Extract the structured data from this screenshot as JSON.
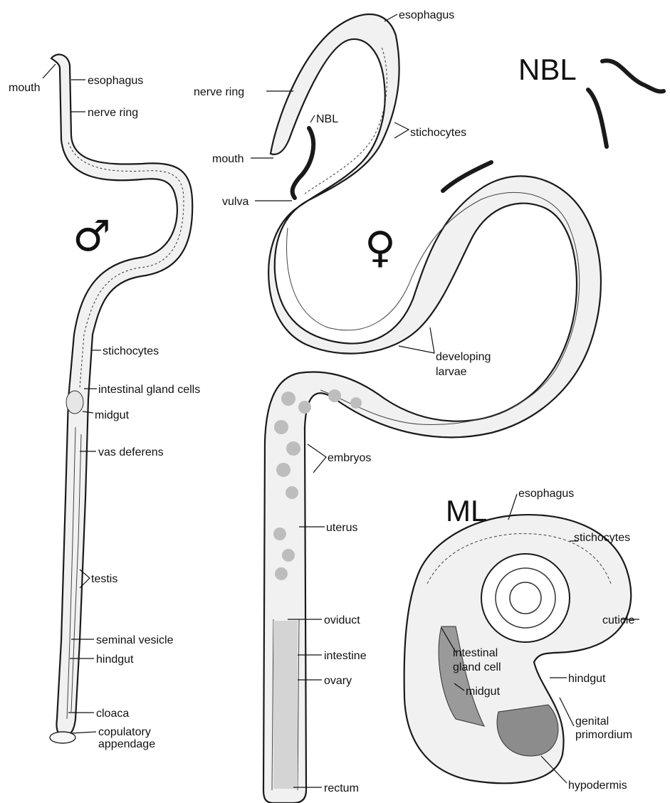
{
  "panels": {
    "male": {
      "symbol": "♂",
      "labels": {
        "mouth": "mouth",
        "esophagus": "esophagus",
        "nerve_ring": "nerve ring",
        "stichocytes": "stichocytes",
        "intestinal_gland_cells": "intestinal gland cells",
        "midgut": "midgut",
        "vas_deferens": "vas deferens",
        "testis": "testis",
        "seminal_vesicle": "seminal vesicle",
        "hindgut": "hindgut",
        "cloaca": "cloaca",
        "copulatory_appendage_1": "copulatory",
        "copulatory_appendage_2": "appendage"
      }
    },
    "female": {
      "symbol": "♀",
      "labels": {
        "esophagus": "esophagus",
        "nerve_ring": "nerve ring",
        "nbl": "NBL",
        "stichocytes": "stichocytes",
        "mouth": "mouth",
        "vulva": "vulva",
        "developing_larvae_1": "developing",
        "developing_larvae_2": "larvae",
        "embryos": "embryos",
        "uterus": "uterus",
        "oviduct": "oviduct",
        "intestine": "intestine",
        "ovary": "ovary",
        "rectum": "rectum"
      }
    },
    "nbl": {
      "title": "NBL"
    },
    "ml": {
      "title": "ML",
      "labels": {
        "esophagus": "esophagus",
        "stichocytes": "stichocytes",
        "cuticle": "cuticle",
        "intestinal_gland_cell_1": "intestinal",
        "intestinal_gland_cell_2": "gland cell",
        "midgut": "midgut",
        "hindgut": "hindgut",
        "genital_primordium_1": "genital",
        "genital_primordium_2": "primordium",
        "hypodermis": "hypodermis"
      }
    }
  }
}
